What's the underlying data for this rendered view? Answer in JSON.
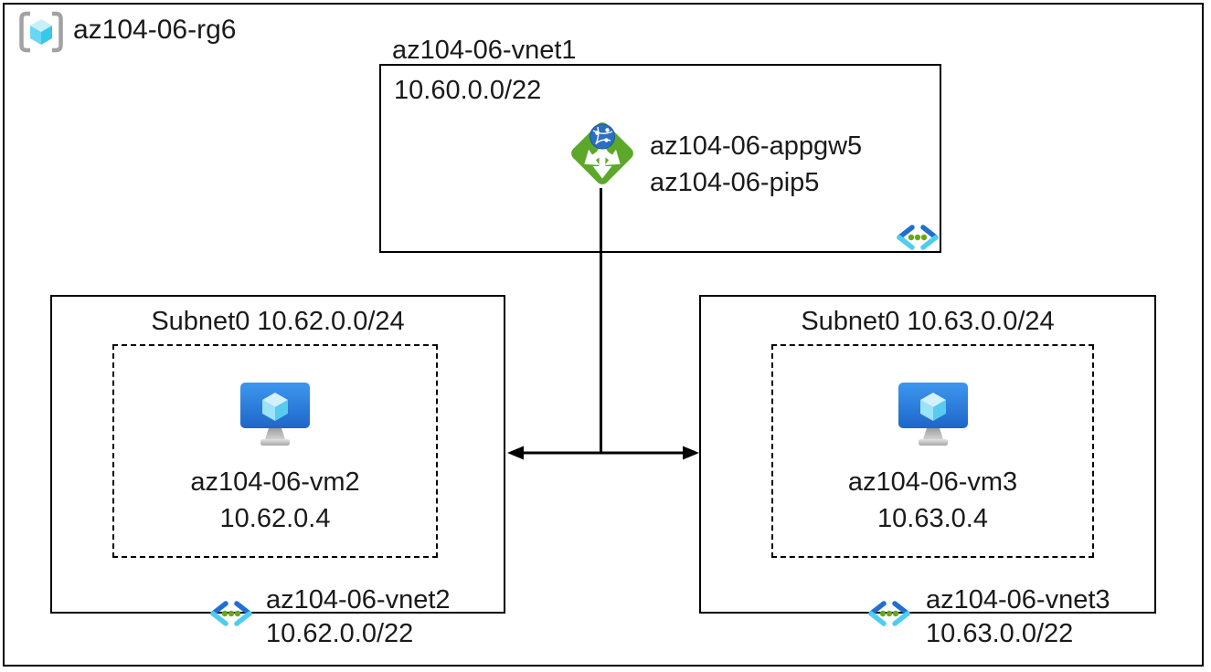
{
  "resource_group": {
    "label": "az104-06-rg6"
  },
  "vnet1": {
    "title": "az104-06-vnet1",
    "cidr": "10.60.0.0/22",
    "appgw_label": "az104-06-appgw5",
    "pip_label": "az104-06-pip5"
  },
  "subnet_left": {
    "header": "Subnet0 10.62.0.0/24",
    "vm_name": "az104-06-vm2",
    "vm_ip": "10.62.0.4",
    "vnet_name": "az104-06-vnet2",
    "vnet_cidr": "10.62.0.0/22"
  },
  "subnet_right": {
    "header": "Subnet0 10.63.0.0/24",
    "vm_name": "az104-06-vm3",
    "vm_ip": "10.63.0.4",
    "vnet_name": "az104-06-vnet3",
    "vnet_cidr": "10.63.0.0/22"
  },
  "icons": {
    "resource_group": "resource-group-icon",
    "application_gateway": "application-gateway-icon",
    "virtual_network": "virtual-network-icon",
    "virtual_machine": "virtual-machine-icon"
  },
  "colors": {
    "line_black": "#000000",
    "appgw_green": "#5ca82a",
    "globe_blue": "#2b6fc0",
    "vnet_dark_blue": "#2170cf",
    "vnet_cyan": "#4fcdf1",
    "dot_green": "#68a811",
    "vm_screen_blue_top": "#3d97ee",
    "vm_screen_blue_bottom": "#1e66c9",
    "cube_cyan_light": "#cdeefb",
    "cube_cyan": "#8adef6",
    "cube_cyan_dark": "#45c6ec",
    "bracket_gray": "#a2a2a2"
  }
}
